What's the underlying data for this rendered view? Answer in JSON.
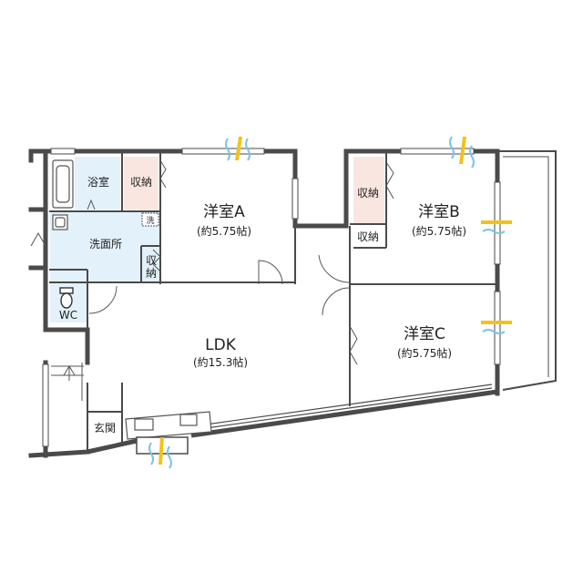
{
  "rooms": {
    "bath": "浴室",
    "storage_bath": "収納",
    "washroom": "洗面所",
    "washer": "洗",
    "storage_wash": "収納",
    "wc": "WC",
    "room_a": {
      "name": "洋室A",
      "size": "(約5.75帖)"
    },
    "room_b": {
      "name": "洋室B",
      "size": "(約5.75帖)"
    },
    "storage_b_top": "収納",
    "storage_b_bottom": "収納",
    "room_c": {
      "name": "洋室C",
      "size": "(約5.75帖)"
    },
    "ldk": {
      "name": "LDK",
      "size": "(約15.3帖)"
    },
    "entrance": "玄関"
  },
  "colors": {
    "wall": "#4a4a4a",
    "wet_area": "#e3f1fb",
    "storage": "#f9e6e1",
    "sun_yellow": "#f2c21a",
    "air_blue": "#7cc3e6"
  }
}
